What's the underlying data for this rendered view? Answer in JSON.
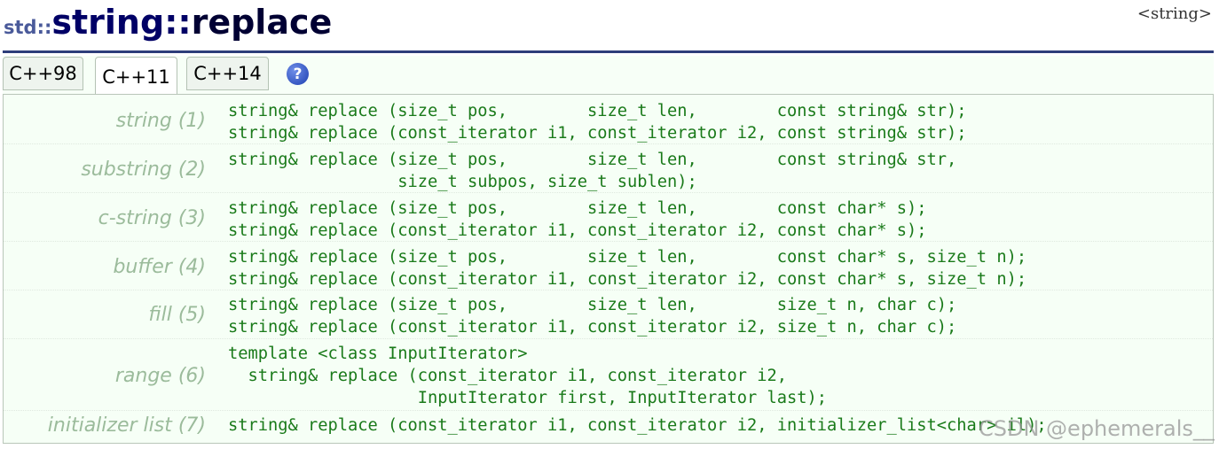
{
  "header": {
    "namespace": "std::",
    "class_name": "string",
    "separator": "::",
    "function_name": "replace",
    "header_tag": "<string>"
  },
  "tabs": [
    "C++98",
    "C++11",
    "C++14"
  ],
  "active_tab": "C++11",
  "help_icon": "?",
  "signatures": [
    {
      "label": "string (1)",
      "code": "string& replace (size_t pos,        size_t len,        const string& str);\nstring& replace (const_iterator i1, const_iterator i2, const string& str);"
    },
    {
      "label": "substring (2)",
      "code": "string& replace (size_t pos,        size_t len,        const string& str,\n                 size_t subpos, size_t sublen);"
    },
    {
      "label": "c-string (3)",
      "code": "string& replace (size_t pos,        size_t len,        const char* s);\nstring& replace (const_iterator i1, const_iterator i2, const char* s);"
    },
    {
      "label": "buffer (4)",
      "code": "string& replace (size_t pos,        size_t len,        const char* s, size_t n);\nstring& replace (const_iterator i1, const_iterator i2, const char* s, size_t n);"
    },
    {
      "label": "fill (5)",
      "code": "string& replace (size_t pos,        size_t len,        size_t n, char c);\nstring& replace (const_iterator i1, const_iterator i2, size_t n, char c);"
    },
    {
      "label": "range (6)",
      "code": "template <class InputIterator>\n  string& replace (const_iterator i1, const_iterator i2,\n                   InputIterator first, InputIterator last);"
    },
    {
      "label": "initializer list (7)",
      "code": "string& replace (const_iterator i1, const_iterator i2, initializer_list<char> il);"
    }
  ],
  "watermark": "CSDN @ephemerals__"
}
